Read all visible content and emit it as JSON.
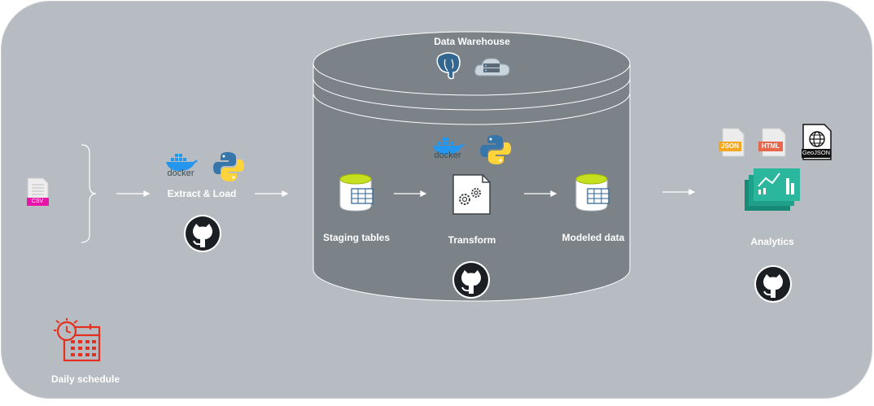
{
  "diagram": {
    "csv_icon_label": "CSV",
    "extract_load_label": "Extract & Load",
    "warehouse_title": "Data Warehouse",
    "staging_label": "Staging tables",
    "transform_label": "Transform",
    "modeled_label": "Modeled data",
    "analytics_label": "Analytics",
    "schedule_label": "Daily schedule",
    "docker_text": "docker",
    "json_badge": "JSON",
    "html_badge": "HTML",
    "geojson_badge": "GeoJSON"
  },
  "colors": {
    "background_panel": "#b7bcc2",
    "warehouse": "#7b8389",
    "schedule_icon": "#e5301f",
    "csv_badge": "#e815a8",
    "table_top": "#c6df1f",
    "analytics_teal": "#2ab79e"
  },
  "icons": [
    "csv-file-icon",
    "docker-icon",
    "python-icon",
    "github-icon",
    "postgresql-icon",
    "cloud-server-icon",
    "database-table-icon",
    "gear-file-icon",
    "json-file-icon",
    "html-file-icon",
    "geojson-file-icon",
    "dashboard-icon",
    "calendar-clock-icon"
  ]
}
